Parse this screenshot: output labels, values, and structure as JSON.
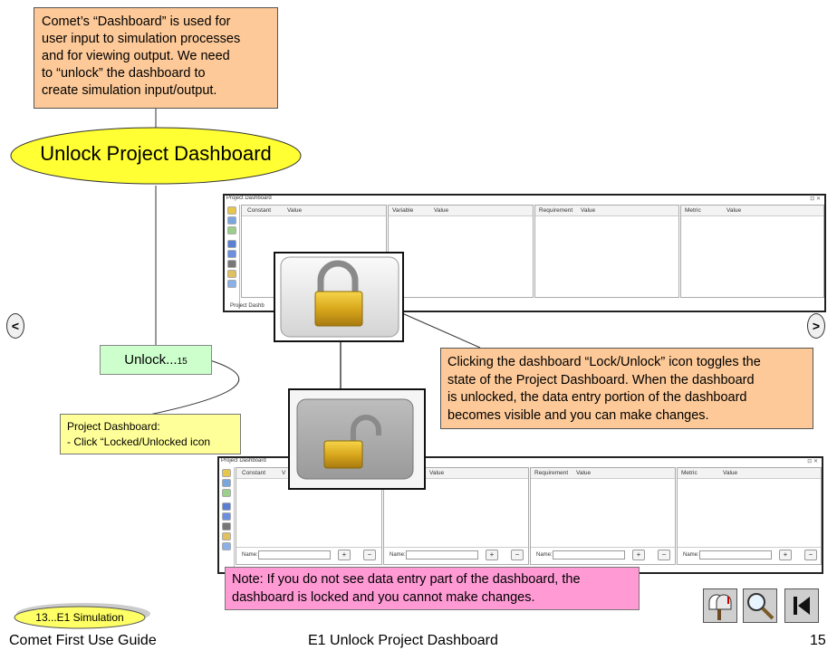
{
  "callout_top": {
    "text": "Comet’s “Dashboard” is used for\nuser input to simulation processes\nand for viewing output.  We need\nto “unlock” the dashboard to\ncreate simulation input/output."
  },
  "main_step": {
    "label": "Unlock Project Dashboard"
  },
  "sub_step": {
    "label": "Unlock...",
    "number": "15"
  },
  "yellow_note": {
    "text": "Project Dashboard:\n- Click “Locked/Unlocked icon"
  },
  "callout_right": {
    "text": "Clicking the dashboard “Lock/Unlock” icon toggles the\nstate of the Project Dashboard.  When the dashboard\nis unlocked, the data entry portion of the dashboard\nbecomes visible and you can make changes."
  },
  "pink_note": {
    "text": "Note: If you do not see data entry part of the dashboard, the\ndashboard is locked and you cannot make changes."
  },
  "dashboard_top": {
    "title": "Project Dashboard",
    "tab_label": "Project Dashb",
    "columns": [
      {
        "name": "Constant",
        "value": "Value"
      },
      {
        "name": "Variable",
        "value": "Value"
      },
      {
        "name": "Requirement",
        "value": "Value"
      },
      {
        "name": "Metric",
        "value": "Value"
      }
    ]
  },
  "dashboard_bottom": {
    "title": "Project Dashboard",
    "columns": [
      {
        "name": "Constant",
        "value": "V"
      },
      {
        "name": "",
        "value": "Value"
      },
      {
        "name": "Requirement",
        "value": "Value"
      },
      {
        "name": "Metric",
        "value": "Value"
      }
    ],
    "entry_label": "Name:",
    "plus": "+",
    "minus": "−"
  },
  "nav": {
    "prev": "<",
    "next": ">"
  },
  "footer": {
    "left": "Comet First Use Guide",
    "center": "E1 Unlock Project Dashboard",
    "page": "15",
    "back_link": "13...E1 Simulation"
  },
  "icons": [
    "mailbox-icon",
    "magnifier-icon",
    "skip-to-start-icon",
    "padlock-locked-icon",
    "padlock-unlocked-icon"
  ]
}
